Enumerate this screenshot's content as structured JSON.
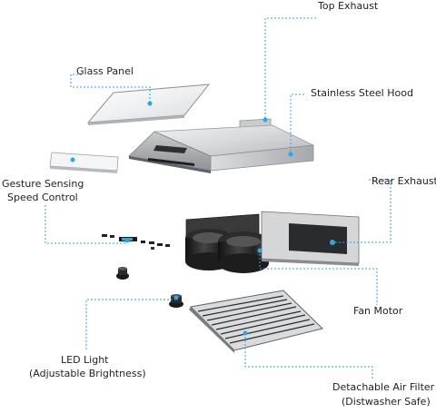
{
  "labels": {
    "top_exhaust": "Top Exhaust",
    "glass_panel": "Glass Panel",
    "stainless_hood": "Stainless Steel Hood",
    "gesture_line1": "Gesture Sensing",
    "gesture_line2": "Speed Control",
    "rear_exhaust": "Rear Exhaust",
    "fan_motor": "Fan Motor",
    "led_line1": "LED Light",
    "led_line2": "(Adjustable Brightness)",
    "filter_line1": "Detachable Air Filter",
    "filter_line2": "(Distwasher Safe)"
  },
  "colors": {
    "callout": "#29a9e0",
    "steel_light": "#e3e4e6",
    "steel_mid": "#b9bbbe",
    "steel_dark": "#6f7276",
    "black": "#1b1b1b"
  }
}
